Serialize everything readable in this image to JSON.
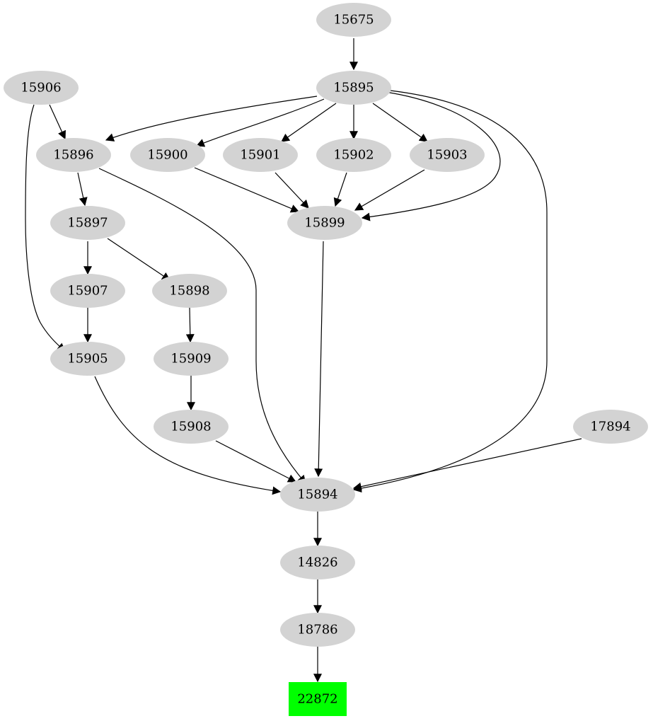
{
  "colors": {
    "node_fill": "#d3d3d3",
    "target_fill": "#00ff00",
    "edge": "#000000",
    "background": "#ffffff"
  },
  "nodes": [
    {
      "id": "15675",
      "label": "15675",
      "shape": "ellipse"
    },
    {
      "id": "15906",
      "label": "15906",
      "shape": "ellipse"
    },
    {
      "id": "15895",
      "label": "15895",
      "shape": "ellipse"
    },
    {
      "id": "15896",
      "label": "15896",
      "shape": "ellipse"
    },
    {
      "id": "15900",
      "label": "15900",
      "shape": "ellipse"
    },
    {
      "id": "15901",
      "label": "15901",
      "shape": "ellipse"
    },
    {
      "id": "15902",
      "label": "15902",
      "shape": "ellipse"
    },
    {
      "id": "15903",
      "label": "15903",
      "shape": "ellipse"
    },
    {
      "id": "15897",
      "label": "15897",
      "shape": "ellipse"
    },
    {
      "id": "15899",
      "label": "15899",
      "shape": "ellipse"
    },
    {
      "id": "15907",
      "label": "15907",
      "shape": "ellipse"
    },
    {
      "id": "15898",
      "label": "15898",
      "shape": "ellipse"
    },
    {
      "id": "15905",
      "label": "15905",
      "shape": "ellipse"
    },
    {
      "id": "15909",
      "label": "15909",
      "shape": "ellipse"
    },
    {
      "id": "15908",
      "label": "15908",
      "shape": "ellipse"
    },
    {
      "id": "17894",
      "label": "17894",
      "shape": "ellipse"
    },
    {
      "id": "15894",
      "label": "15894",
      "shape": "ellipse"
    },
    {
      "id": "14826",
      "label": "14826",
      "shape": "ellipse"
    },
    {
      "id": "18786",
      "label": "18786",
      "shape": "ellipse"
    },
    {
      "id": "22872",
      "label": "22872",
      "shape": "box",
      "highlight": true
    }
  ],
  "edges": [
    {
      "from": "15675",
      "to": "15895"
    },
    {
      "from": "15906",
      "to": "15896"
    },
    {
      "from": "15906",
      "to": "15905"
    },
    {
      "from": "15895",
      "to": "15896"
    },
    {
      "from": "15895",
      "to": "15900"
    },
    {
      "from": "15895",
      "to": "15901"
    },
    {
      "from": "15895",
      "to": "15902"
    },
    {
      "from": "15895",
      "to": "15903"
    },
    {
      "from": "15895",
      "to": "15899"
    },
    {
      "from": "15895",
      "to": "15894"
    },
    {
      "from": "15896",
      "to": "15897"
    },
    {
      "from": "15896",
      "to": "15894"
    },
    {
      "from": "15900",
      "to": "15899"
    },
    {
      "from": "15901",
      "to": "15899"
    },
    {
      "from": "15902",
      "to": "15899"
    },
    {
      "from": "15903",
      "to": "15899"
    },
    {
      "from": "15899",
      "to": "15894"
    },
    {
      "from": "15897",
      "to": "15907"
    },
    {
      "from": "15897",
      "to": "15898"
    },
    {
      "from": "15907",
      "to": "15905"
    },
    {
      "from": "15898",
      "to": "15909"
    },
    {
      "from": "15909",
      "to": "15908"
    },
    {
      "from": "15905",
      "to": "15894"
    },
    {
      "from": "15908",
      "to": "15894"
    },
    {
      "from": "17894",
      "to": "15894"
    },
    {
      "from": "15894",
      "to": "14826"
    },
    {
      "from": "14826",
      "to": "18786"
    },
    {
      "from": "18786",
      "to": "22872"
    }
  ]
}
